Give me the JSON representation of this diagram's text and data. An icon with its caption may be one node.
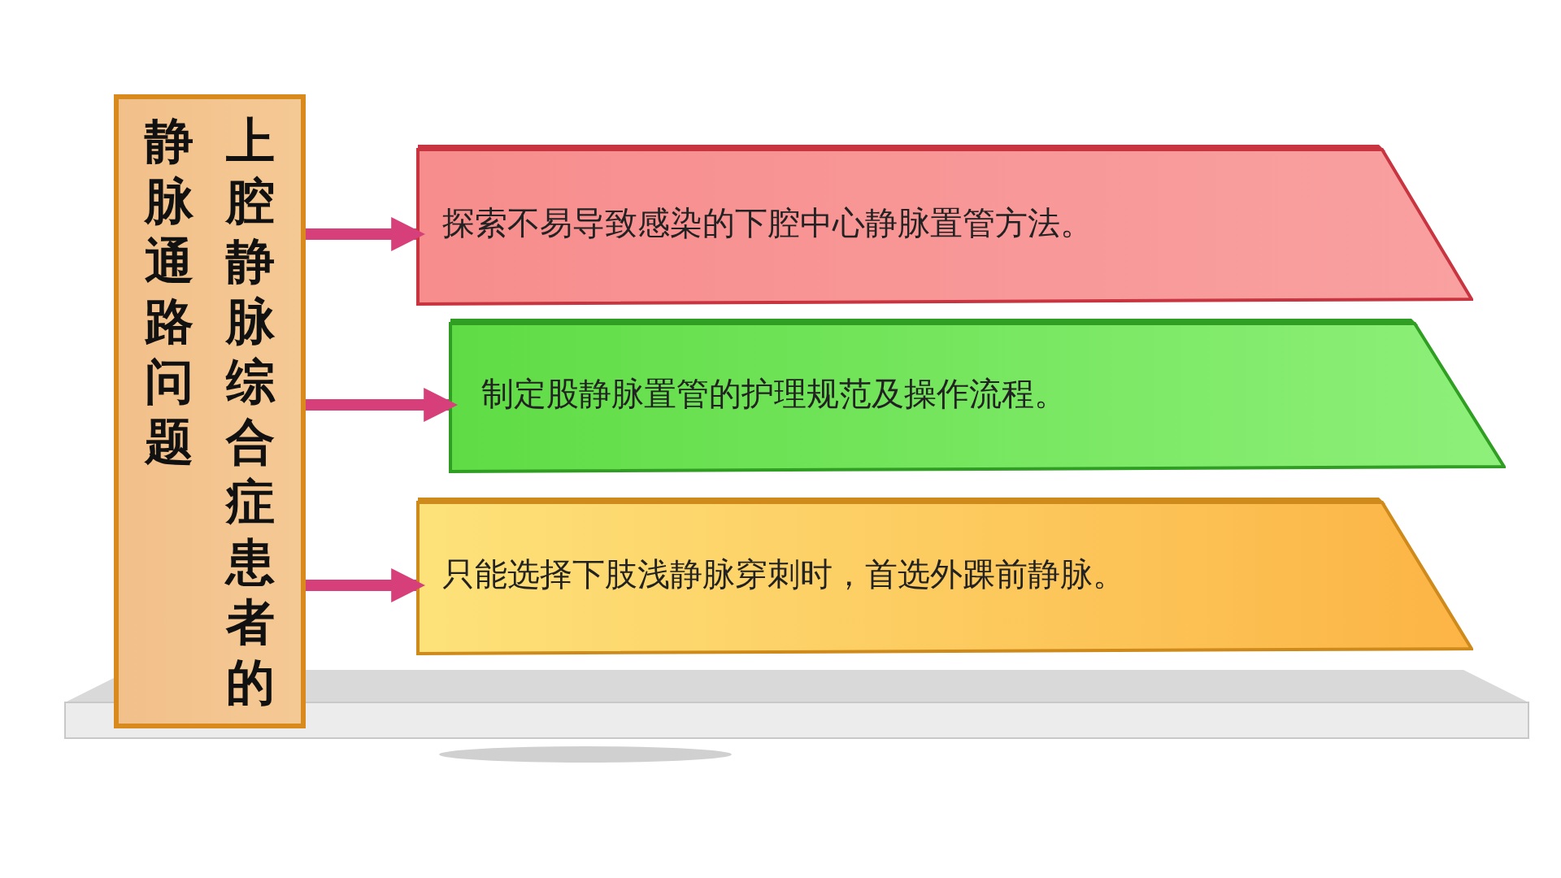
{
  "diagram": {
    "nodes": [
      {
        "text": [
          "上腔静脉综合症患者的静脉通路问题"
        ]
      },
      {
        "text": [
          "探索不易导致感染的下腔中心静脉置管方法。"
        ]
      },
      {
        "text": [
          "制定股静脉置管的护理规范及操作流程。"
        ]
      },
      {
        "text": [
          "只能选择下肢浅静脉穿刺时，首选外踝前静脉。"
        ]
      }
    ],
    "edges": [
      {
        "from": 0,
        "to": 1,
        "arrow": "to"
      },
      {
        "from": 0,
        "to": 2,
        "arrow": "to"
      },
      {
        "from": 0,
        "to": 3,
        "arrow": "to"
      }
    ]
  }
}
